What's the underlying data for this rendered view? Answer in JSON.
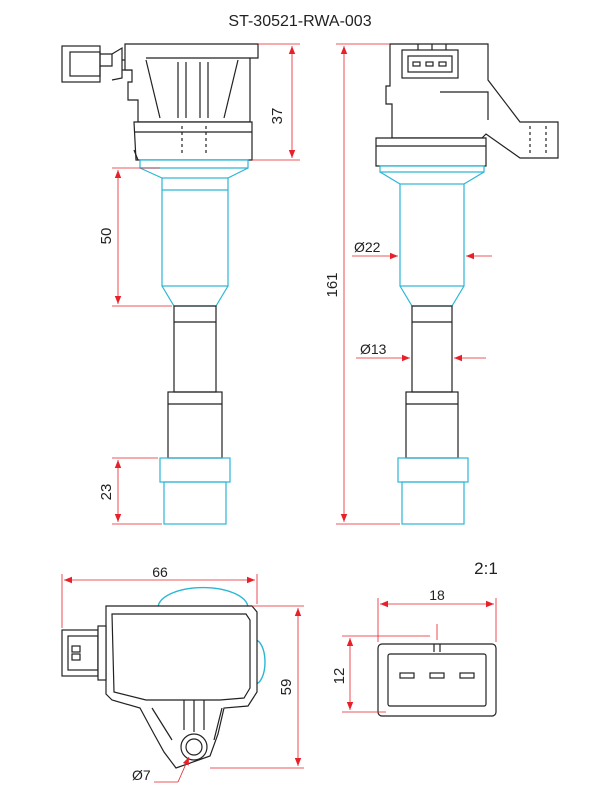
{
  "title": "ST-30521-RWA-003",
  "scale": "2:1",
  "dimensions": {
    "top_height": "37",
    "body_length": "50",
    "boot_length": "23",
    "total_length": "161",
    "body_diameter": "Ø22",
    "tube_diameter": "Ø13",
    "bracket_width": "66",
    "bracket_height": "59",
    "hole_diameter": "Ø7",
    "connector_width": "18",
    "connector_height": "12"
  },
  "colors": {
    "outline": "#222222",
    "dimension": "#e8202a",
    "highlight": "#2bb6d4"
  }
}
